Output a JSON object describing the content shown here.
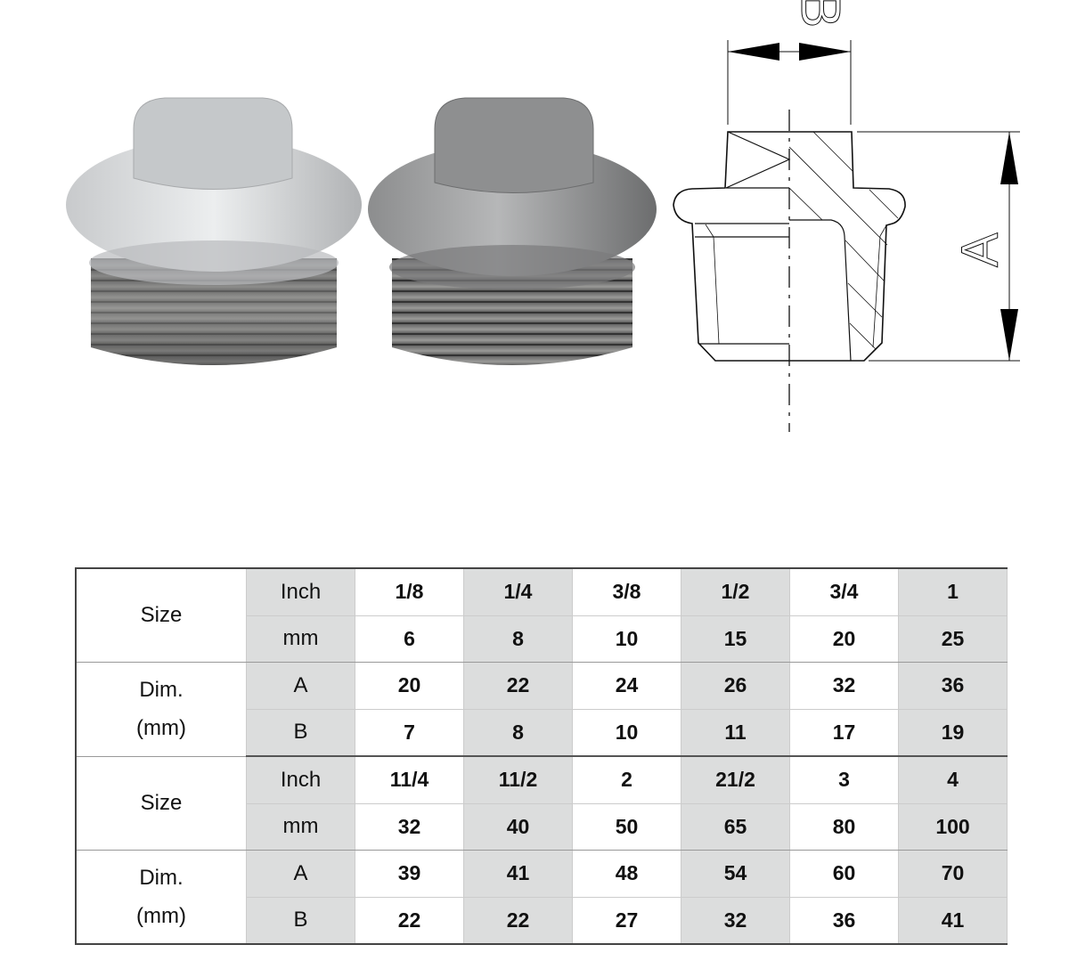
{
  "drawing": {
    "label_a": "A",
    "label_b": "B"
  },
  "table": {
    "blocks": [
      {
        "size_label": "Size",
        "dim_label_1": "Dim.",
        "dim_label_2": "(mm)",
        "inch_label": "Inch",
        "mm_label": "mm",
        "a_label": "A",
        "b_label": "B",
        "inch": [
          "1/8",
          "1/4",
          "3/8",
          "1/2",
          "3/4",
          "1"
        ],
        "mm": [
          "6",
          "8",
          "10",
          "15",
          "20",
          "25"
        ],
        "a": [
          "20",
          "22",
          "24",
          "26",
          "32",
          "36"
        ],
        "b": [
          "7",
          "8",
          "10",
          "11",
          "17",
          "19"
        ]
      },
      {
        "size_label": "Size",
        "dim_label_1": "Dim.",
        "dim_label_2": "(mm)",
        "inch_label": "Inch",
        "mm_label": "mm",
        "a_label": "A",
        "b_label": "B",
        "inch": [
          "11/4",
          "11/2",
          "2",
          "21/2",
          "3",
          "4"
        ],
        "mm": [
          "32",
          "40",
          "50",
          "65",
          "80",
          "100"
        ],
        "a": [
          "39",
          "41",
          "48",
          "54",
          "60",
          "70"
        ],
        "b": [
          "22",
          "22",
          "27",
          "32",
          "36",
          "41"
        ]
      }
    ]
  }
}
